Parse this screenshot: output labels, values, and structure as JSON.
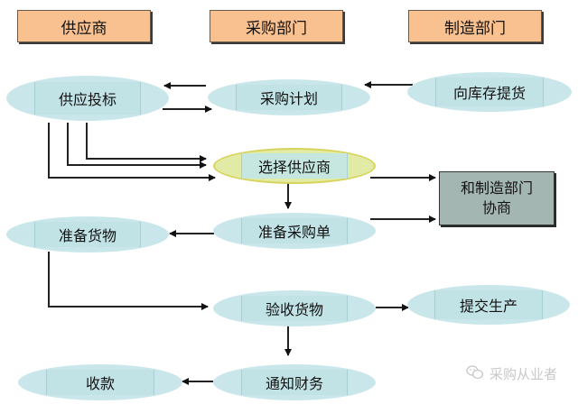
{
  "headers": {
    "supplier": "供应商",
    "purchasing": "采购部门",
    "manufacturing": "制造部门"
  },
  "nodes": {
    "supplier_bid": "供应投标",
    "purchase_plan": "采购计划",
    "inventory_pickup": "向库存提货",
    "select_supplier": "选择供应商",
    "negotiate_line1": "和制造部门",
    "negotiate_line2": "协商",
    "prepare_goods": "准备货物",
    "prepare_po": "准备采购单",
    "inspect_goods": "验收货物",
    "submit_production": "提交生产",
    "collect_payment": "收款",
    "notify_finance": "通知财务"
  },
  "edges": [
    {
      "from": "purchase_plan",
      "to": "supplier_bid"
    },
    {
      "from": "supplier_bid",
      "to": "purchase_plan"
    },
    {
      "from": "inventory_pickup",
      "to": "purchase_plan"
    },
    {
      "from": "supplier_bid",
      "to": "select_supplier",
      "count": 3
    },
    {
      "from": "select_supplier",
      "to": "negotiate"
    },
    {
      "from": "select_supplier",
      "to": "prepare_po"
    },
    {
      "from": "prepare_po",
      "to": "negotiate"
    },
    {
      "from": "prepare_po",
      "to": "prepare_goods"
    },
    {
      "from": "prepare_goods",
      "to": "inspect_goods"
    },
    {
      "from": "inspect_goods",
      "to": "submit_production"
    },
    {
      "from": "inspect_goods",
      "to": "notify_finance"
    },
    {
      "from": "notify_finance",
      "to": "collect_payment"
    }
  ],
  "colors": {
    "header_fill": "#f9c18f",
    "node_fill": "#c9e7ea",
    "highlight_fill": "#e2eba6",
    "gray_box_fill": "#a4b6b2"
  },
  "watermark": {
    "icon": "wechat-icon",
    "text": "采购从业者"
  }
}
